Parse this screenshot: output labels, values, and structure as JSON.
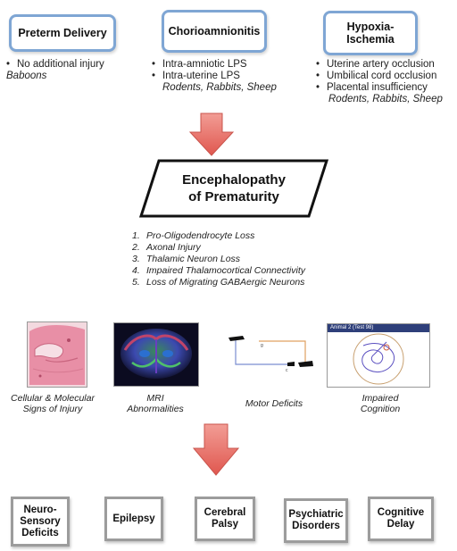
{
  "causes": [
    {
      "title_lines": [
        "Preterm Delivery"
      ],
      "items": [
        "No additional injury"
      ],
      "species": "Baboons"
    },
    {
      "title_lines": [
        "Chorioamnionitis"
      ],
      "items": [
        "Intra-amniotic LPS",
        "Intra-uterine LPS"
      ],
      "species": "Rodents, Rabbits, Sheep"
    },
    {
      "title_lines": [
        "Hypoxia-",
        "Ischemia"
      ],
      "items": [
        "Uterine artery occlusion",
        "Umbilical cord occlusion",
        "Placental insufficiency"
      ],
      "species": "Rodents, Rabbits, Sheep"
    }
  ],
  "center": {
    "title_lines": [
      "Encephalopathy",
      "of Prematurity"
    ]
  },
  "findings": [
    {
      "num": "1.",
      "text": "Pro-Oligodendrocyte Loss"
    },
    {
      "num": "2.",
      "text": "Axonal Injury"
    },
    {
      "num": "3.",
      "text": "Thalamic Neuron Loss"
    },
    {
      "num": "4.",
      "text": "Impaired Thalamocortical Connectivity"
    },
    {
      "num": "5.",
      "text": "Loss of Migrating GABAergic Neurons"
    }
  ],
  "assessments": [
    {
      "caption_lines": [
        "Cellular & Molecular",
        "Signs of Injury"
      ]
    },
    {
      "caption_lines": [
        "MRI",
        "Abnormalities"
      ]
    },
    {
      "caption_lines": [
        "Motor Deficits"
      ]
    },
    {
      "caption_lines": [
        "Impaired",
        "Cognition"
      ],
      "thumb_header": "Animal 2 (Test 98)"
    }
  ],
  "outcomes": [
    {
      "lines": [
        "Neuro-",
        "Sensory",
        "Deficits"
      ]
    },
    {
      "lines": [
        "Epilepsy"
      ]
    },
    {
      "lines": [
        "Cerebral",
        "Palsy"
      ]
    },
    {
      "lines": [
        "Psychiatric",
        "Disorders"
      ]
    },
    {
      "lines": [
        "Cognitive",
        "Delay"
      ]
    }
  ],
  "colors": {
    "cause_border": "#7fa6d4",
    "arrow_fill": "#e8706a",
    "outcome_border": "#9c9c9c"
  }
}
